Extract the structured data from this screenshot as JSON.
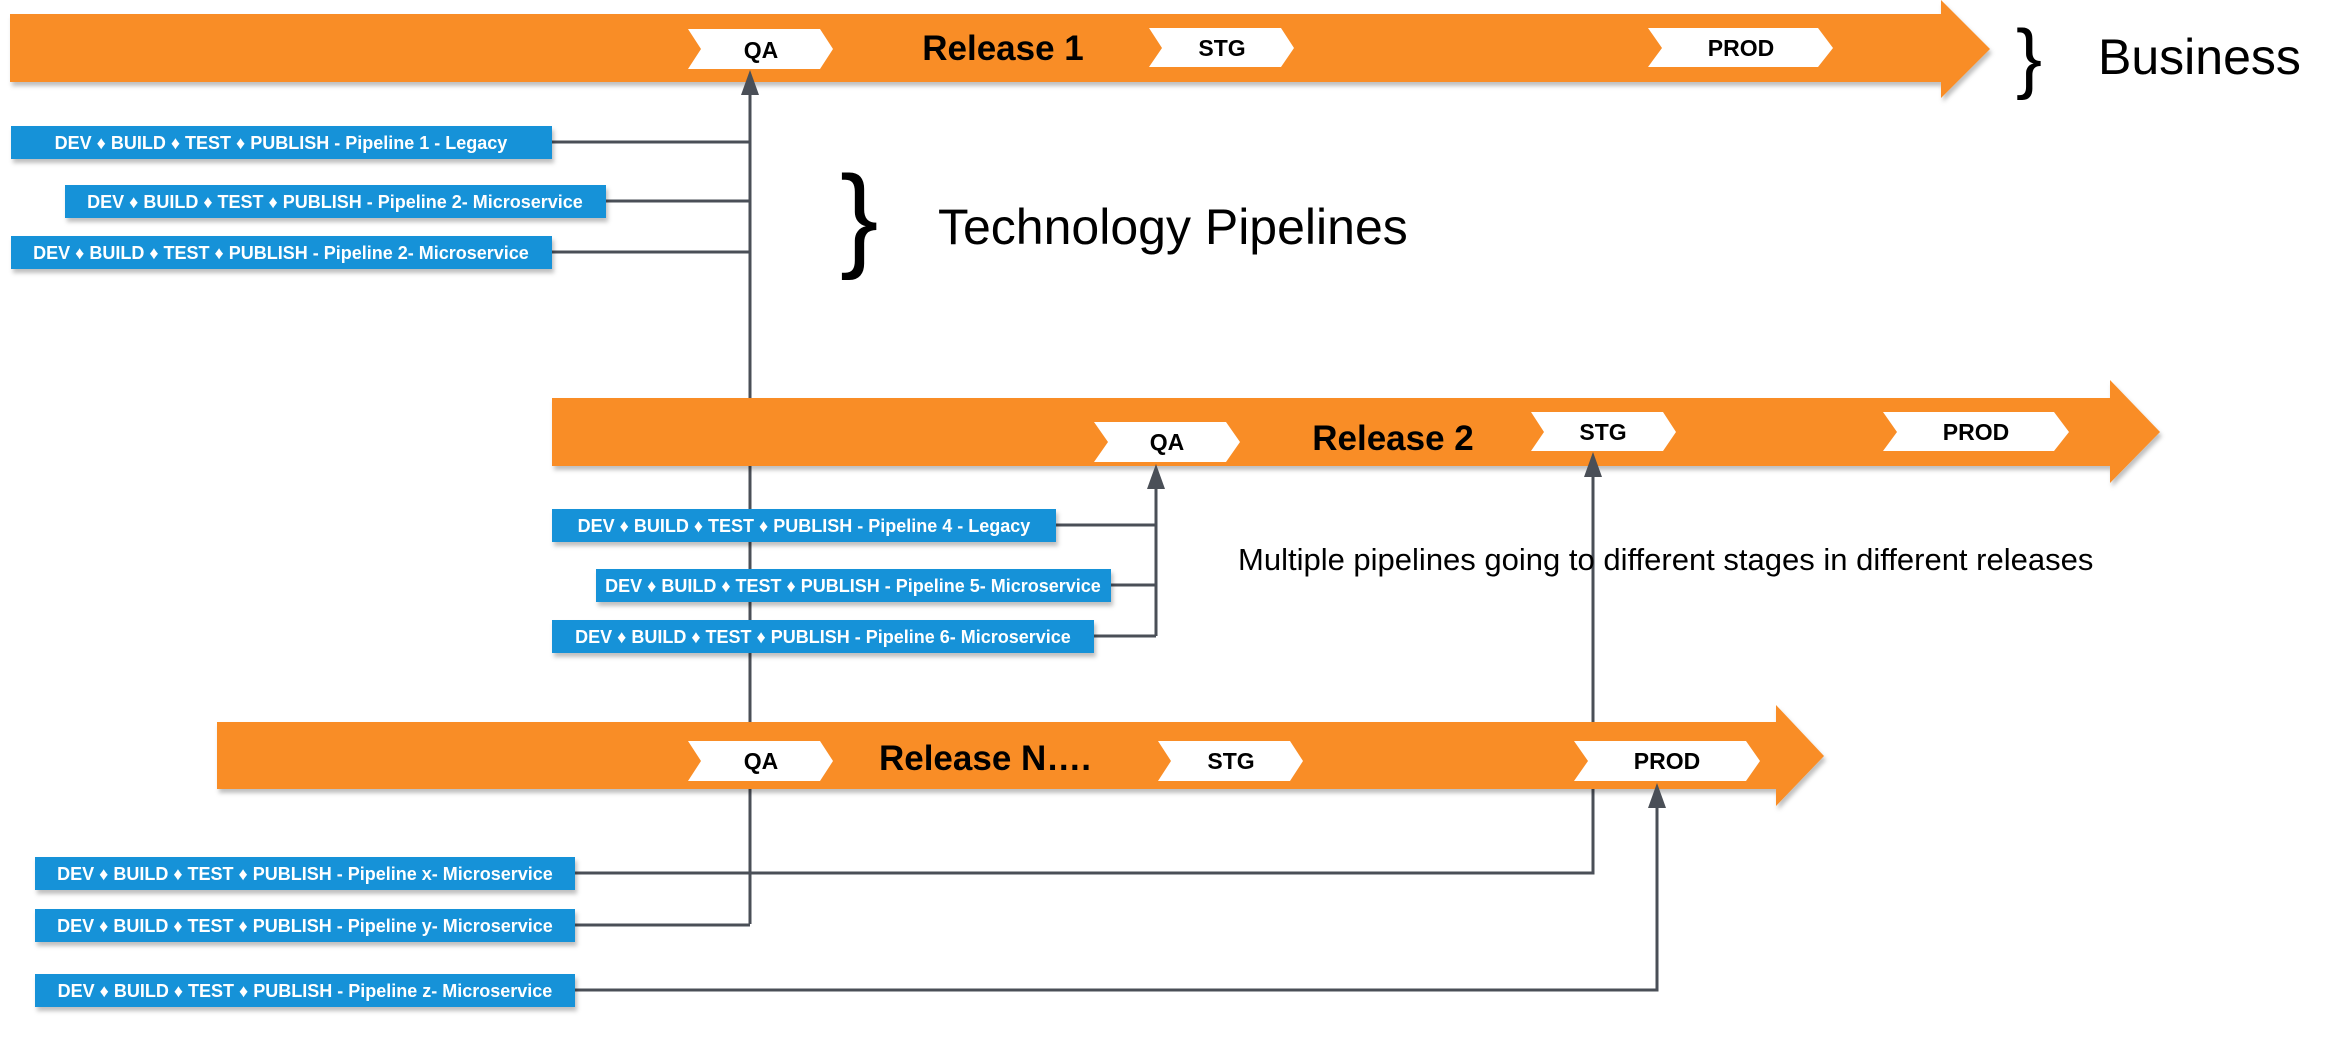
{
  "colors": {
    "release_arrow": "#F98D25",
    "pipeline_box": "#1592D8",
    "connector": "#4A4F57",
    "chevron": "#FFFFFF",
    "text_dark": "#000000",
    "pipeline_text": "#FFFFFF"
  },
  "labels": {
    "business": "Business",
    "technology_pipelines": "Technology Pipelines",
    "note": "Multiple pipelines going to different stages in different releases",
    "business_brace": "}",
    "tech_brace": "}"
  },
  "releases": [
    {
      "title": "Release 1",
      "stages": {
        "qa": "QA",
        "stg": "STG",
        "prod": "PROD"
      }
    },
    {
      "title": "Release 2",
      "stages": {
        "qa": "QA",
        "stg": "STG",
        "prod": "PROD"
      }
    },
    {
      "title": "Release N….",
      "stages": {
        "qa": "QA",
        "stg": "STG",
        "prod": "PROD"
      }
    }
  ],
  "pipelines": [
    {
      "label": "DEV ♦ BUILD ♦ TEST ♦ PUBLISH - Pipeline 1 - Legacy",
      "target": "Release 1 / QA"
    },
    {
      "label": "DEV ♦ BUILD ♦ TEST ♦ PUBLISH - Pipeline 2- Microservice",
      "target": "Release 1 / QA"
    },
    {
      "label": "DEV ♦ BUILD ♦ TEST ♦ PUBLISH - Pipeline 2- Microservice",
      "target": "Release 1 / QA"
    },
    {
      "label": "DEV ♦ BUILD ♦ TEST ♦ PUBLISH - Pipeline 4 - Legacy",
      "target": "Release 2 / QA"
    },
    {
      "label": "DEV ♦ BUILD ♦ TEST ♦ PUBLISH - Pipeline 5- Microservice",
      "target": "Release 2 / QA"
    },
    {
      "label": "DEV ♦ BUILD ♦ TEST ♦ PUBLISH - Pipeline 6- Microservice",
      "target": "Release 2 / QA"
    },
    {
      "label": "DEV ♦ BUILD ♦ TEST ♦ PUBLISH - Pipeline x- Microservice",
      "target": "Release 2 / STG"
    },
    {
      "label": "DEV ♦ BUILD ♦ TEST ♦ PUBLISH - Pipeline y- Microservice",
      "target": "Release 1 / QA"
    },
    {
      "label": "DEV ♦ BUILD ♦ TEST ♦ PUBLISH - Pipeline z- Microservice",
      "target": "Release N / PROD"
    }
  ]
}
